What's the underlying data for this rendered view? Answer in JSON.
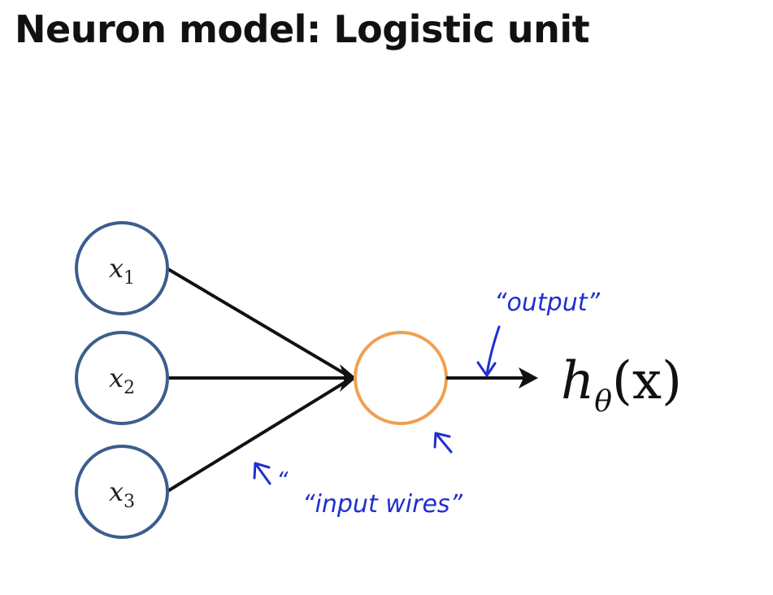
{
  "title": "Neuron model: Logistic unit",
  "inputs": [
    {
      "var": "x",
      "sub": "1"
    },
    {
      "var": "x",
      "sub": "2"
    },
    {
      "var": "x",
      "sub": "3"
    }
  ],
  "output": {
    "func": "h",
    "sub": "θ",
    "arg": "(x)"
  },
  "annotations": {
    "output_label": "“output”",
    "input_wires_label": "“input wires”",
    "quote_mark": "“"
  },
  "colors": {
    "input_node_stroke": "#3d5e8c",
    "logistic_node_stroke": "#f0a050",
    "wire": "#111111",
    "annotation": "#1f2fd0",
    "title": "#111111"
  }
}
